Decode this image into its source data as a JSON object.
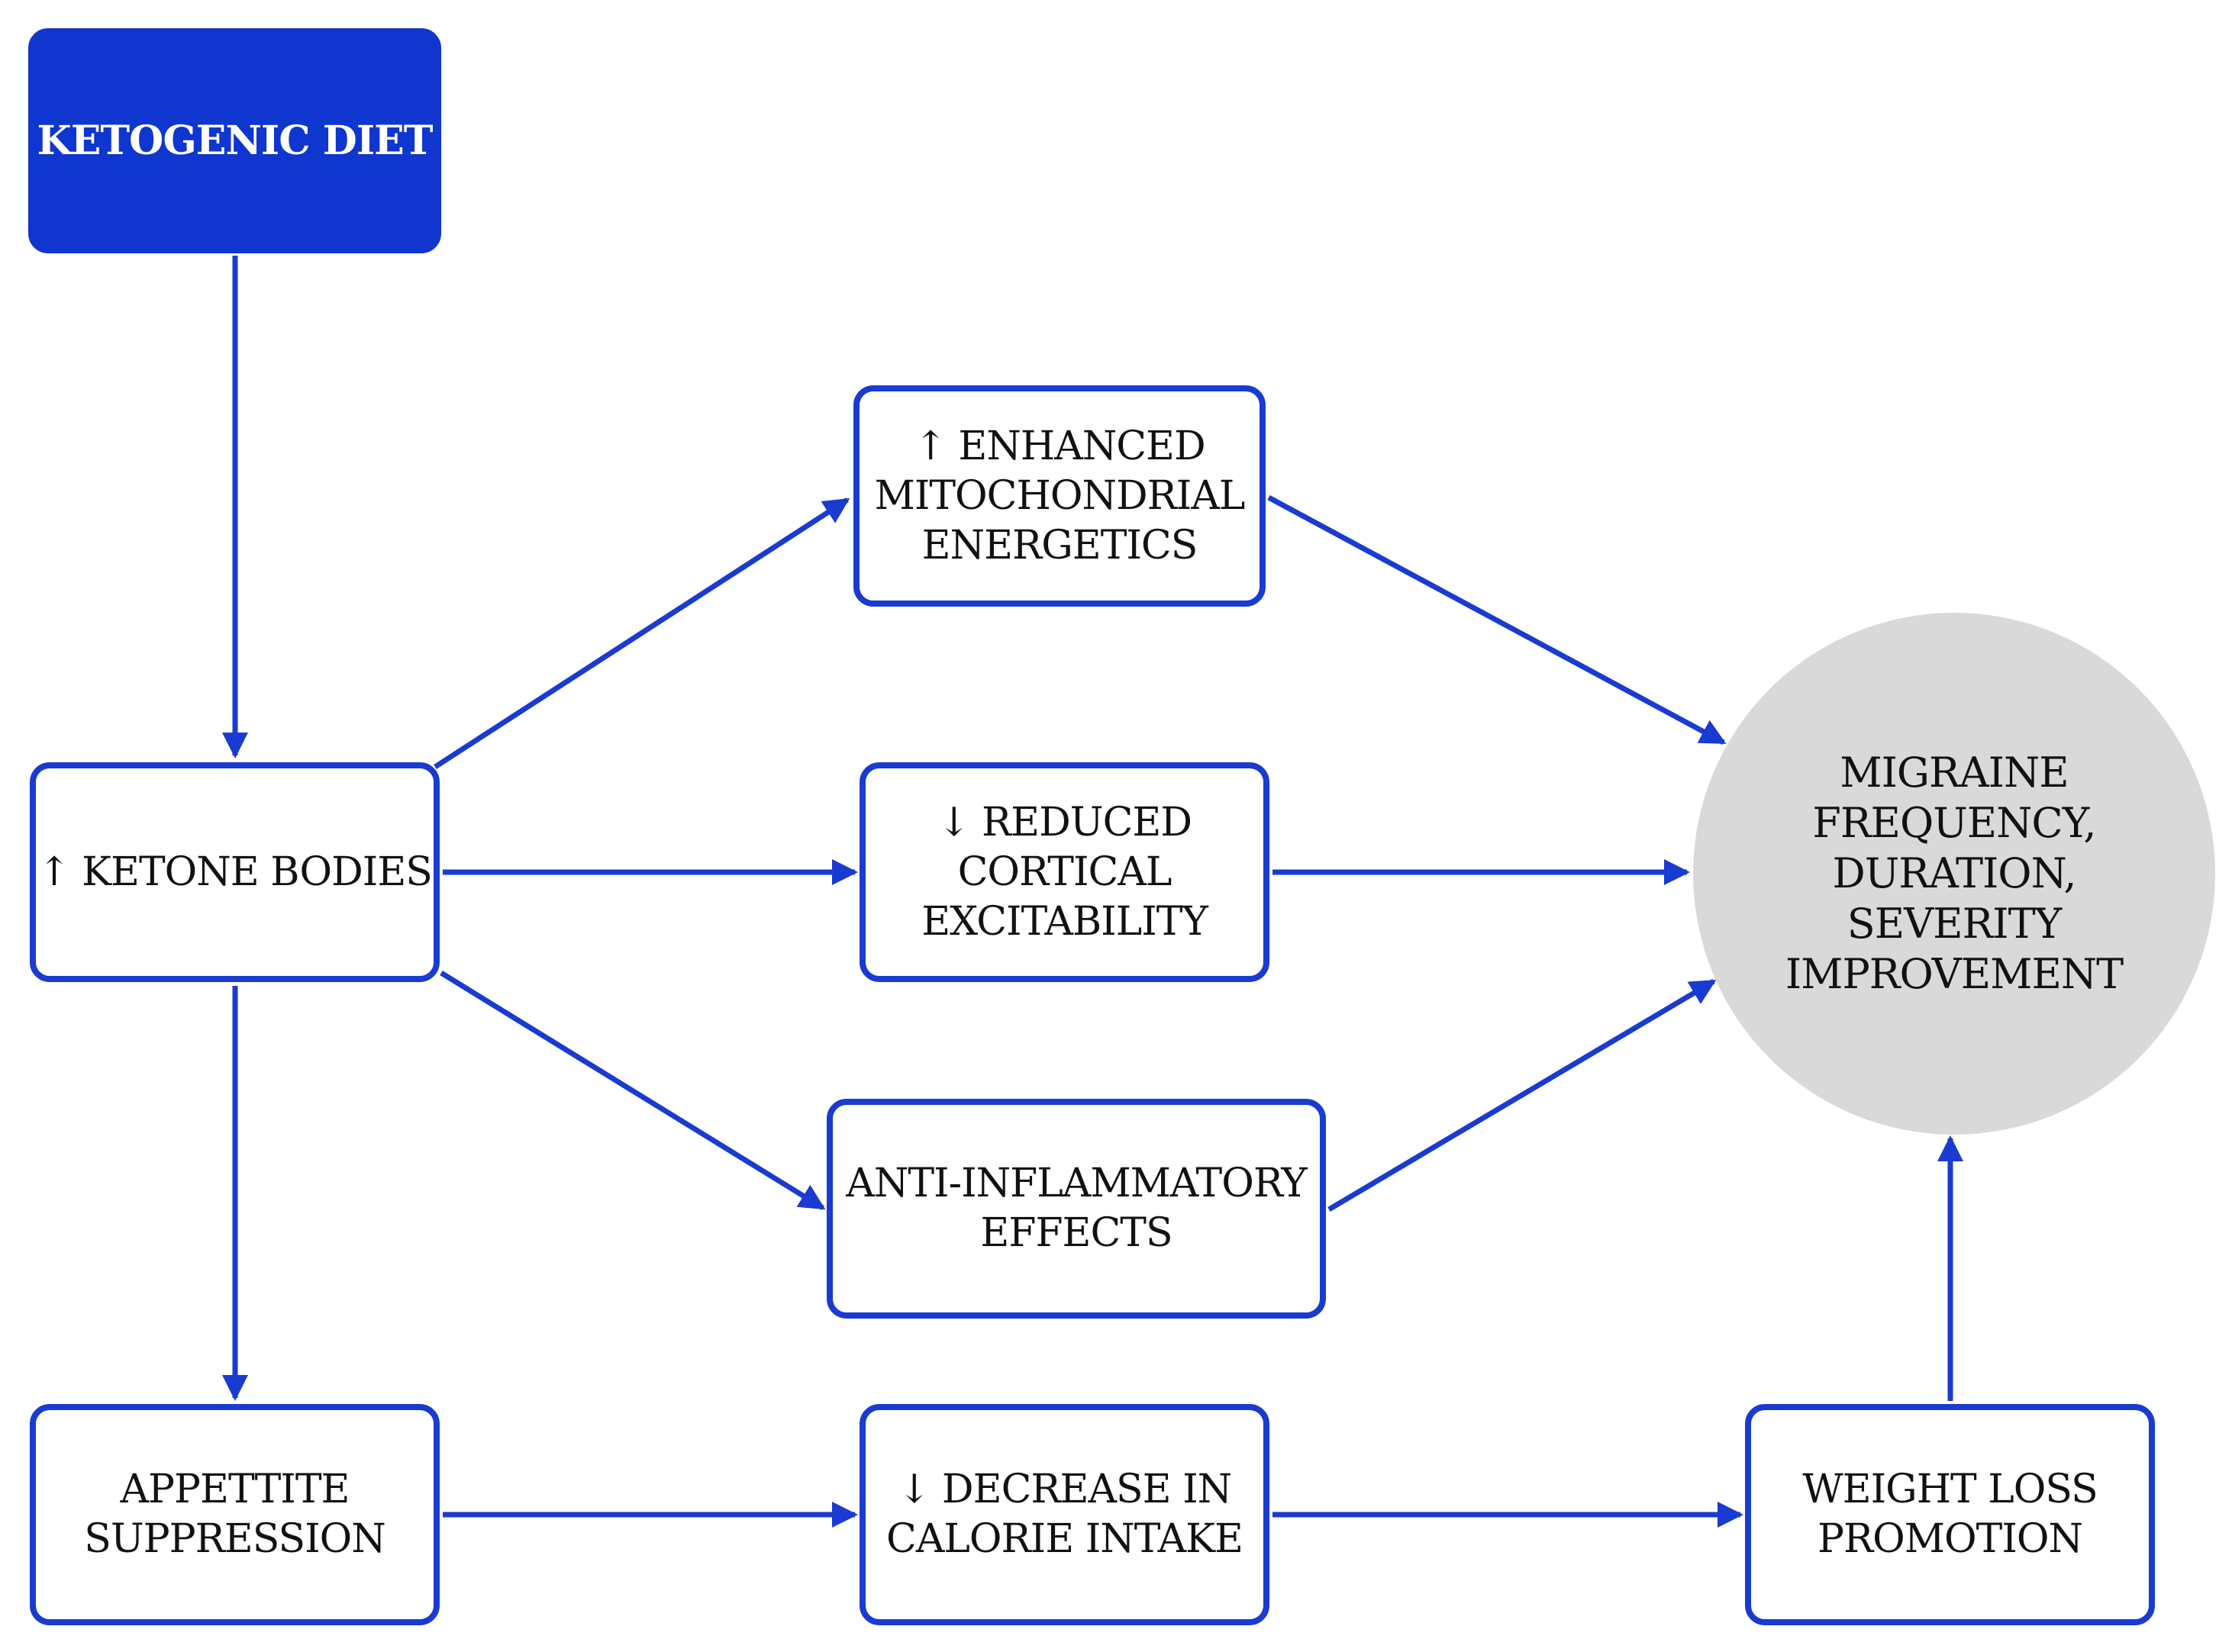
{
  "colors": {
    "accent": "#1a3bd1",
    "diet_fill": "#0f36cf",
    "outcome_fill": "#d9d9d9",
    "text": "#111111"
  },
  "nodes": {
    "ketogenic_diet": {
      "lines": [
        "KETOGENIC DIET"
      ]
    },
    "ketone_bodies": {
      "lines": [
        "↑ KETONE BODIES"
      ]
    },
    "mitochondrial": {
      "lines": [
        "↑ ENHANCED",
        "MITOCHONDRIAL",
        "ENERGETICS"
      ]
    },
    "cortical": {
      "lines": [
        "↓ REDUCED",
        "CORTICAL",
        "EXCITABILITY"
      ]
    },
    "anti_inflammatory": {
      "lines": [
        "ANTI-INFLAMMATORY",
        "EFFECTS"
      ]
    },
    "appetite": {
      "lines": [
        "APPETTITE",
        "SUPPRESSION"
      ]
    },
    "calorie": {
      "lines": [
        "↓ DECREASE IN",
        "CALORIE INTAKE"
      ]
    },
    "weight_loss": {
      "lines": [
        "WEIGHT LOSS",
        "PROMOTION"
      ]
    },
    "outcome": {
      "lines": [
        "MIGRAINE",
        "FREQUENCY,",
        "DURATION,",
        "SEVERITY",
        "IMPROVEMENT"
      ]
    }
  },
  "edges": [
    {
      "from": "ketogenic_diet",
      "to": "ketone_bodies"
    },
    {
      "from": "ketone_bodies",
      "to": "mitochondrial"
    },
    {
      "from": "ketone_bodies",
      "to": "cortical"
    },
    {
      "from": "ketone_bodies",
      "to": "anti_inflammatory"
    },
    {
      "from": "ketone_bodies",
      "to": "appetite"
    },
    {
      "from": "mitochondrial",
      "to": "outcome"
    },
    {
      "from": "cortical",
      "to": "outcome"
    },
    {
      "from": "anti_inflammatory",
      "to": "outcome"
    },
    {
      "from": "appetite",
      "to": "calorie"
    },
    {
      "from": "calorie",
      "to": "weight_loss"
    },
    {
      "from": "weight_loss",
      "to": "outcome"
    }
  ]
}
